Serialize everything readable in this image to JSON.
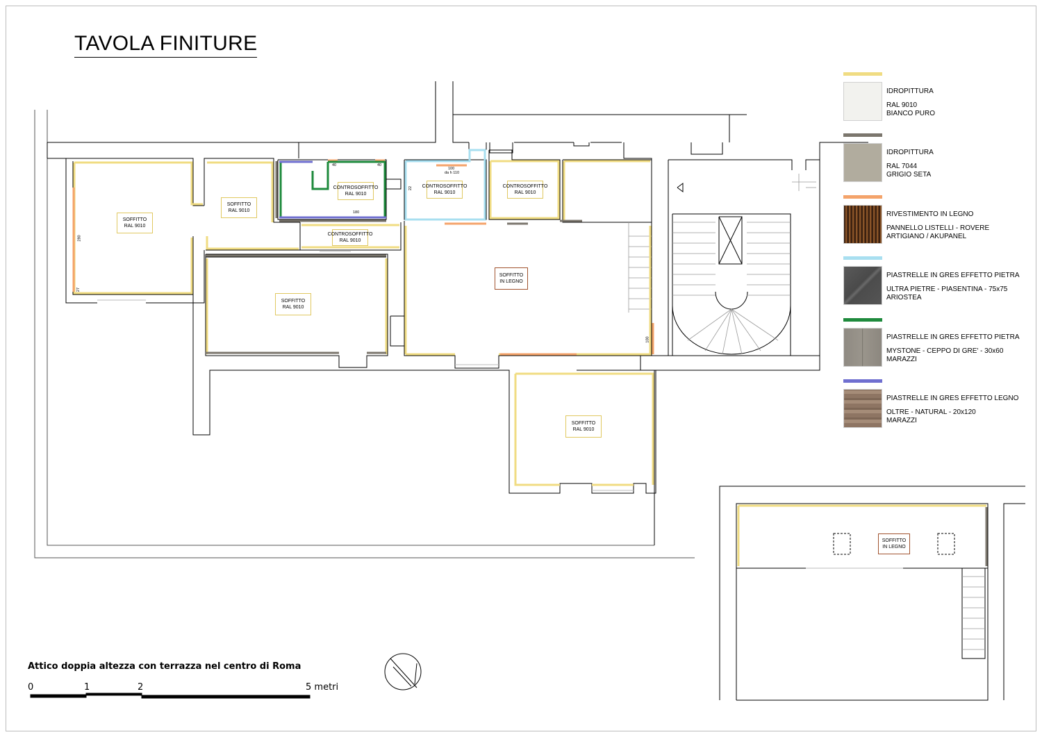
{
  "title": "TAVOLA FINITURE",
  "subtitle": "Attico doppia altezza con terrazza nel centro di Roma",
  "scale_bar": {
    "labels": [
      "0",
      "1",
      "2",
      "5 metri"
    ]
  },
  "legend": [
    {
      "line_color": "#f0dc82",
      "swatch": "swatch-white",
      "line1": "IDROPITTURA",
      "line2": "RAL 9010",
      "line3": "BIANCO PURO"
    },
    {
      "line_color": "#7b766d",
      "swatch": "swatch-grey",
      "line1": "IDROPITTURA",
      "line2": "RAL 7044",
      "line3": "GRIGIO SETA"
    },
    {
      "line_color": "#f4a36a",
      "swatch": "swatch-wood-slats",
      "line1": "RIVESTIMENTO IN LEGNO",
      "line2": "PANNELLO LISTELLI - ROVERE",
      "line3": "ARTIGIANO / AKUPANEL"
    },
    {
      "line_color": "#a8dff0",
      "swatch": "swatch-stone-dark",
      "line1": "PIASTRELLE IN GRES EFFETTO PIETRA",
      "line2": "ULTRA PIETRE - PIASENTINA - 75x75",
      "line3": "ARIOSTEA"
    },
    {
      "line_color": "#1e8a3c",
      "swatch": "swatch-stone-light",
      "line1": "PIASTRELLE IN GRES EFFETTO PIETRA",
      "line2": "MYSTONE - CEPPO DI GRE' - 30x60",
      "line3": "MARAZZI"
    },
    {
      "line_color": "#6f6fd0",
      "swatch": "swatch-wood-tile",
      "line1": "PIASTRELLE IN GRES EFFETTO LEGNO",
      "line2": "OLTRE - NATURAL - 20x120",
      "line3": "MARAZZI"
    }
  ],
  "rooms": [
    {
      "l1": "SOFFITTO",
      "l2": "RAL 9010"
    },
    {
      "l1": "SOFFITTO",
      "l2": "RAL 9010"
    },
    {
      "l1": "CONTROSOFFITTO",
      "l2": "RAL 9010"
    },
    {
      "l1": "CONTROSOFFITTO",
      "l2": "RAL 9010"
    },
    {
      "l1": "CONTROSOFFITTO",
      "l2": "RAL 9010"
    },
    {
      "l1": "CONTROSOFFITTO",
      "l2": "RAL 9010"
    },
    {
      "l1": "SOFFITTO",
      "l2": "RAL 9010"
    },
    {
      "l1": "SOFFITTO",
      "l2": "IN LEGNO"
    },
    {
      "l1": "SOFFITTO",
      "l2": "RAL 9010"
    },
    {
      "l1": "SOFFITTO",
      "l2": "IN LEGNO"
    }
  ],
  "dimensions": [
    "40",
    "40",
    "180",
    "100",
    "da h 110",
    "22",
    "280",
    "27",
    "100"
  ]
}
